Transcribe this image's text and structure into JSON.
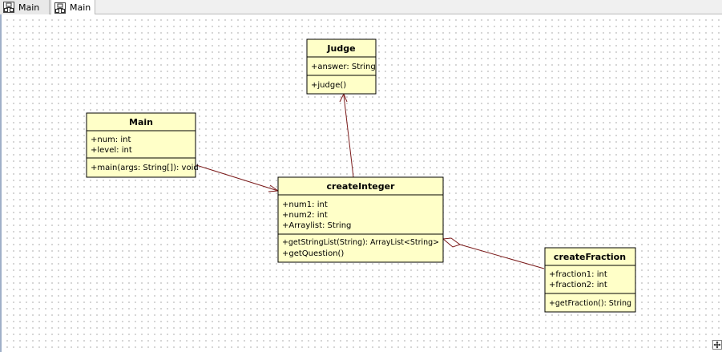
{
  "tabs": [
    {
      "label": "Main",
      "active": false
    },
    {
      "label": "Main",
      "active": true
    }
  ],
  "classes": {
    "judge": {
      "name": "Judge",
      "attributes": [
        "+answer: String"
      ],
      "operations": [
        "+judge()"
      ]
    },
    "main": {
      "name": "Main",
      "attributes": [
        "+num: int",
        "+level: int"
      ],
      "operations": [
        "+main(args: String[]): void"
      ]
    },
    "createInteger": {
      "name": "createInteger",
      "attributes": [
        "+num1: int",
        "+num2: int",
        "+Arraylist: String"
      ],
      "operations": [
        "+getStringList(String): ArrayList<String>",
        "+getQuestion()"
      ]
    },
    "createFraction": {
      "name": "createFraction",
      "attributes": [
        "+fraction1: int",
        "+fraction2: int"
      ],
      "operations": [
        "+getFraction(): String"
      ]
    }
  },
  "colors": {
    "class_fill": "#ffffc8",
    "class_border": "#000000",
    "association_line": "#7a1a1a"
  }
}
